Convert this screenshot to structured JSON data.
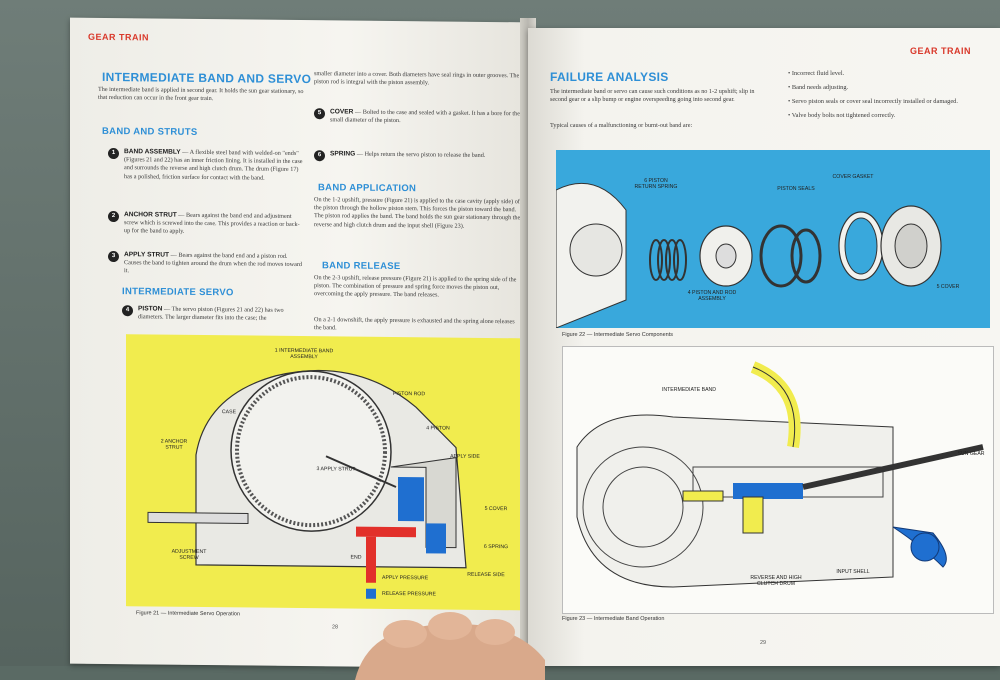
{
  "left_page": {
    "running_head": "GEAR TRAIN",
    "title": "INTERMEDIATE BAND AND SERVO",
    "intro": "The intermediate band is applied in second gear. It holds the sun gear stationary, so that reduction can occur in the front gear train.",
    "band_heading": "BAND AND STRUTS",
    "items": [
      {
        "num": "1",
        "name": "BAND ASSEMBLY",
        "text": "A flexible steel band with welded-on \"ends\" (Figures 21 and 22) has an inner friction lining. It is installed in the case and surrounds the reverse and high clutch drum. The drum (Figure 17) has a polished, friction surface for contact with the band."
      },
      {
        "num": "2",
        "name": "ANCHOR STRUT",
        "text": "Bears against the band end and adjustment screw which is screwed into the case. This provides a reaction or back-up for the band to apply."
      },
      {
        "num": "3",
        "name": "APPLY STRUT",
        "text": "Bears against the band end and a piston rod. Causes the band to tighten around the drum when the rod moves toward it."
      }
    ],
    "servo_heading": "INTERMEDIATE SERVO",
    "servo_items": [
      {
        "num": "4",
        "name": "PISTON",
        "text": "The servo piston (Figures 21 and 22) has two diameters. The larger diameter fits into the case; the"
      }
    ],
    "col2_intro": "smaller diameter into a cover. Both diameters have seal rings in outer grooves. The piston rod is integral with the piston assembly.",
    "col2_items": [
      {
        "num": "5",
        "name": "COVER",
        "text": "Bolted to the case and sealed with a gasket. It has a bore for the small diameter of the piston."
      },
      {
        "num": "6",
        "name": "SPRING",
        "text": "Helps return the servo piston to release the band."
      }
    ],
    "apply_heading": "BAND APPLICATION",
    "apply_text": "On the 1-2 upshift, pressure (Figure 21) is applied to the case cavity (apply side) of the piston through the hollow piston stem. This forces the piston toward the band. The piston rod applies the band. The band holds the sun gear stationary through the reverse and high clutch drum and the input shell (Figure 23).",
    "release_heading": "BAND RELEASE",
    "release_text1": "On the 2-3 upshift, release pressure (Figure 21) is applied to the spring side of the piston. The combination of pressure and spring force moves the piston out, overcoming the apply pressure. The band releases.",
    "release_text2": "On a 2-1 downshift, the apply pressure is exhausted and the spring alone releases the band.",
    "figure_labels": {
      "band": "1 INTERMEDIATE BAND ASSEMBLY",
      "case": "CASE",
      "anchor": "2 ANCHOR STRUT",
      "adjust": "ADJUSTMENT SCREW",
      "apply_strut": "3 APPLY STRUT",
      "end": "END",
      "piston_rod": "PISTON ROD",
      "piston": "4 PISTON",
      "apply_side": "APPLY SIDE",
      "cover": "5 COVER",
      "spring": "6 SPRING",
      "release_side": "RELEASE SIDE",
      "legend_apply": "APPLY PRESSURE",
      "legend_release": "RELEASE PRESSURE"
    },
    "caption": "Figure 21 — Intermediate Servo Operation",
    "page_number": "28"
  },
  "right_page": {
    "running_head": "GEAR TRAIN",
    "title": "FAILURE ANALYSIS",
    "intro": "The intermediate band or servo can cause such conditions as no 1-2 upshift; slip in second gear or a slip bump or engine overspeeding going into second gear.",
    "causes_intro": "Typical causes of a malfunctioning or burnt-out band are:",
    "bullets": [
      "Incorrect fluid level.",
      "Band needs adjusting.",
      "Servo piston seals or cover seal incorrectly installed or damaged.",
      "Valve body bolts not tightened correctly."
    ],
    "fig22_labels": {
      "spring": "6 PISTON RETURN SPRING",
      "seals": "PISTON SEALS",
      "gasket": "COVER GASKET",
      "piston": "4 PISTON AND ROD ASSEMBLY",
      "cover": "5 COVER"
    },
    "fig22_caption": "Figure 22 — Intermediate Servo Components",
    "fig23_labels": {
      "band": "INTERMEDIATE BAND",
      "sun": "SUN GEAR",
      "drum": "REVERSE AND HIGH CLUTCH DRUM",
      "shell": "INPUT SHELL"
    },
    "fig23_caption": "Figure 23 — Intermediate Band Operation",
    "page_number": "29"
  },
  "colors": {
    "heading_blue": "#2e8fd6",
    "running_red": "#d9382a",
    "figure_yellow": "#f1ec4e",
    "figure_cyan": "#39a8dc",
    "apply_red": "#e2302a",
    "release_blue": "#1f6fd0"
  }
}
